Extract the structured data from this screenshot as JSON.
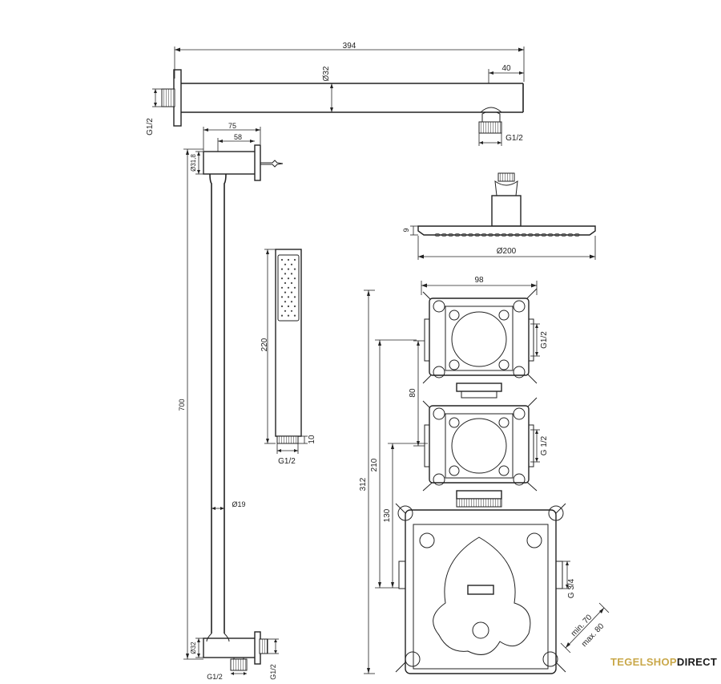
{
  "dimensions": {
    "arm_length": "394",
    "arm_diameter": "Ø32",
    "arm_end": "40",
    "arm_thread_left": "G1/2",
    "arm_thread_right": "G1/2",
    "bracket_75": "75",
    "bracket_58": "58",
    "bracket_diameter": "Ø31,8",
    "rail_length": "700",
    "rail_diameter": "Ø19",
    "rail_bottom_diameter": "Ø32",
    "rail_thread_a": "G1/2",
    "rail_thread_b": "G1/2",
    "handshower_length": "220",
    "handshower_end": "10",
    "handshower_thread": "G1/2",
    "head_height": "9",
    "head_diameter": "Ø200",
    "box_width": "98",
    "thread_g12_top": "G1/2",
    "thread_g12_mid": "G 1/2",
    "dim_80": "80",
    "dim_210": "210",
    "dim_312": "312",
    "dim_130": "130",
    "thread_g34": "G 3/4",
    "min_70": "min. 70",
    "max_80": "max. 80"
  },
  "brand": {
    "part_a": "TEGELSHOP",
    "part_b": "DIRECT",
    "color_a": "#c9a84a",
    "color_b": "#1a1a1a"
  }
}
